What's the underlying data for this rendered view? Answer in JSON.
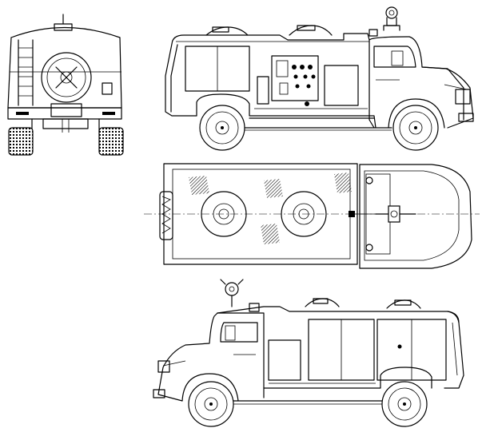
{
  "drawing": {
    "subject": "fire-tender-truck",
    "views": [
      "rear-view",
      "left-side-view",
      "top-view",
      "right-side-view"
    ],
    "line_color": "#000000",
    "background": "#ffffff"
  }
}
